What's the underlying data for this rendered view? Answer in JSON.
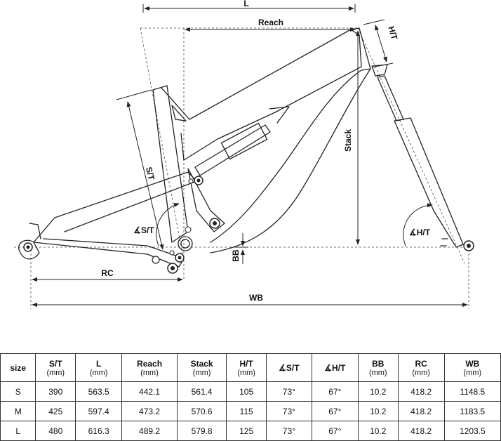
{
  "diagram_labels": {
    "L": "L",
    "Reach": "Reach",
    "HT": "H/T",
    "ST": "S/T",
    "Stack": "Stack",
    "ST_angle": "∡S/T",
    "HT_angle": "∡H/T",
    "BB": "BB",
    "RC": "RC",
    "WB": "WB"
  },
  "table": {
    "corner": "size",
    "columns": [
      {
        "name": "S/T",
        "unit": "(mm)"
      },
      {
        "name": "L",
        "unit": "(mm)"
      },
      {
        "name": "Reach",
        "unit": "(mm)"
      },
      {
        "name": "Stack",
        "unit": "(mm)"
      },
      {
        "name": "H/T",
        "unit": "(mm)"
      },
      {
        "name": "∡S/T",
        "unit": ""
      },
      {
        "name": "∡H/T",
        "unit": ""
      },
      {
        "name": "BB",
        "unit": "(mm)"
      },
      {
        "name": "RC",
        "unit": "(mm)"
      },
      {
        "name": "WB",
        "unit": "(mm)"
      }
    ],
    "rows": [
      {
        "size": "S",
        "values": [
          "390",
          "563.5",
          "442.1",
          "561.4",
          "105",
          "73°",
          "67°",
          "10.2",
          "418.2",
          "1148.5"
        ]
      },
      {
        "size": "M",
        "values": [
          "425",
          "597.4",
          "473.2",
          "570.6",
          "115",
          "73°",
          "67°",
          "10.2",
          "418.2",
          "1183.5"
        ]
      },
      {
        "size": "L",
        "values": [
          "480",
          "616.3",
          "489.2",
          "579.8",
          "125",
          "73°",
          "67°",
          "10.2",
          "418.2",
          "1203.5"
        ]
      }
    ]
  }
}
